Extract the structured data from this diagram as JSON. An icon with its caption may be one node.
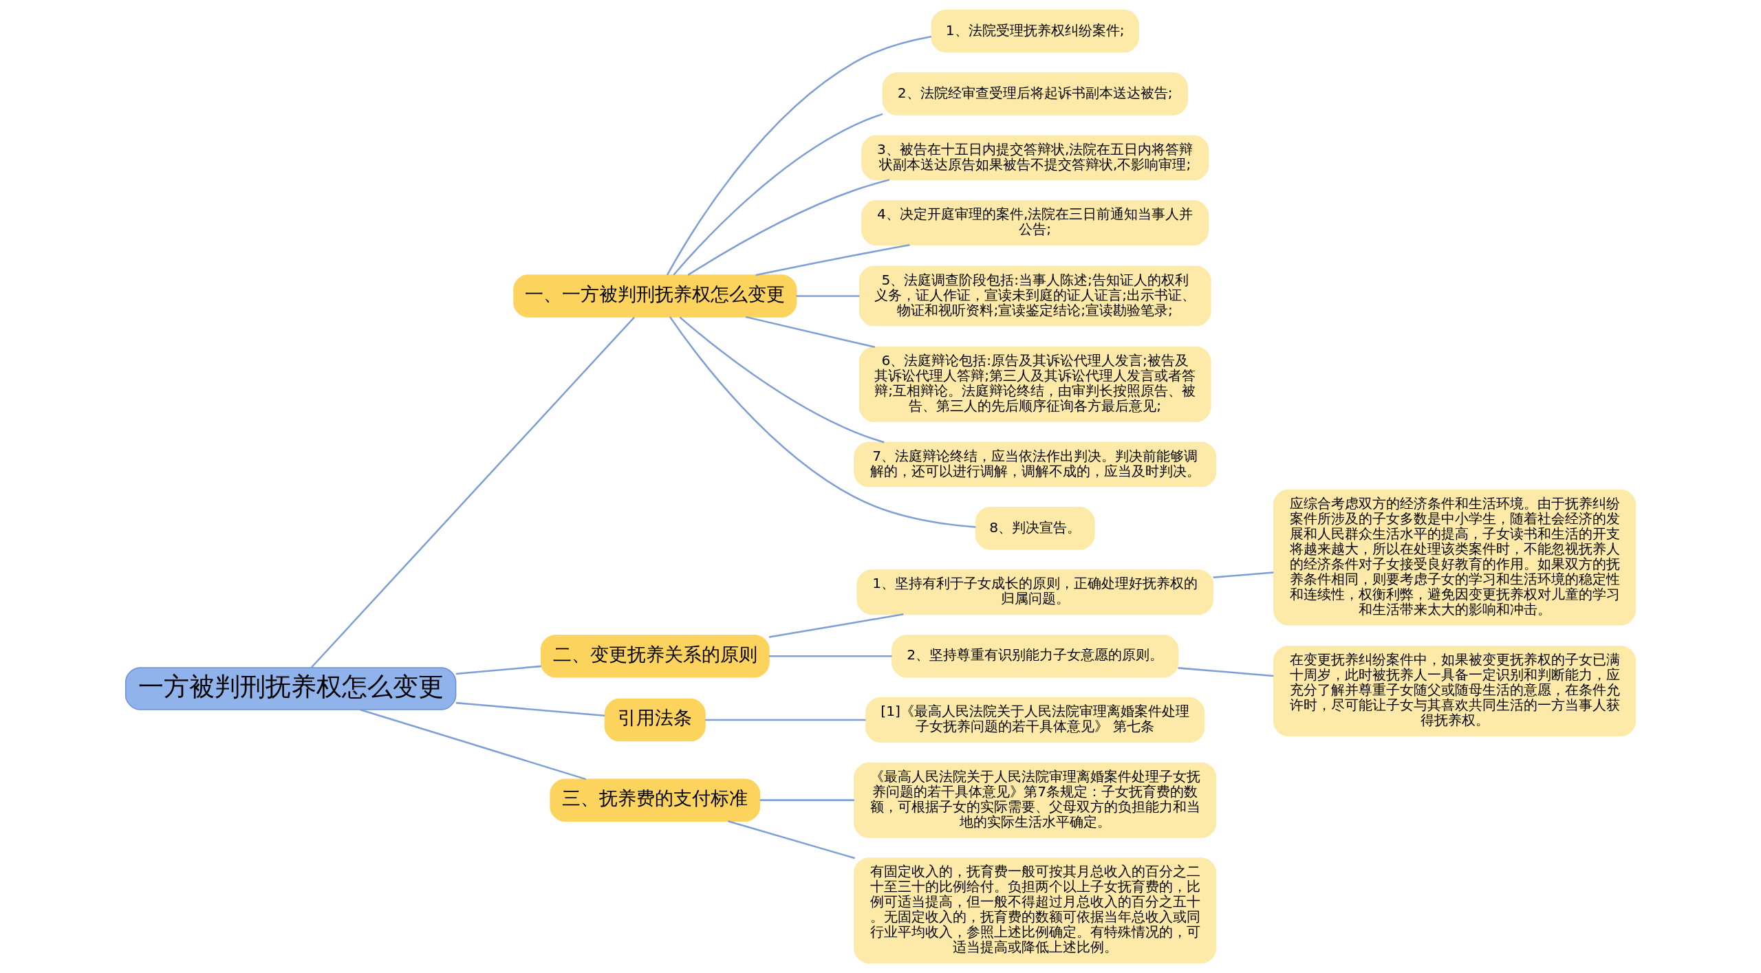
{
  "diagram": {
    "nodes": [
      {
        "text": [
          "一方被判刑抚养权怎么变更"
        ]
      },
      {
        "text": [
          "一、一方被判刑抚养权怎么变更"
        ]
      },
      {
        "text": [
          "1、法院受理抚养权纠纷案件;"
        ]
      },
      {
        "text": [
          "2、法院经审查受理后将起诉书副本送达被告;"
        ]
      },
      {
        "text": [
          "3、被告在十五日内提交答辩状,法院在五日内将答辩状副本送达原告如果被告不提交答辩状,不影响审理;"
        ]
      },
      {
        "text": [
          "4、决定开庭审理的案件,法院在三日前通知当事人并公告;"
        ]
      },
      {
        "text": [
          "5、法庭调查阶段包括:当事人陈述;告知证人的权利义务，证人作证，宣读未到庭的证人证言;出示书证、物证和视听资料;宣读鉴定结论;宣读勘验笔录;"
        ]
      },
      {
        "text": [
          "6、法庭辩论包括:原告及其诉讼代理人发言;被告及其诉讼代理人答辩;第三人及其诉讼代理人发言或者答辩;互相辩论。法庭辩论终结，由审判长按照原告、被告、第三人的先后顺序征询各方最后意见;"
        ]
      },
      {
        "text": [
          "7、法庭辩论终结，应当依法作出判决。判决前能够调解的，还可以进行调解，调解不成的，应当及时判决。"
        ]
      },
      {
        "text": [
          "8、判决宣告。"
        ]
      },
      {
        "text": [
          "二、变更抚养关系的原则"
        ]
      },
      {
        "text": [
          "1、坚持有利于子女成长的原则，正确处理好抚养权的归属问题。"
        ]
      },
      {
        "text": [
          "应综合考虑双方的经济条件和生活环境。由于抚养纠纷案件所涉及的子女多数是中小学生，随着社会经济的发展和人民群众生活水平的提高，子女读书和生活的开支将越来越大，所以在处理该类案件时，不能忽视抚养人的经济条件对子女接受良好教育的作用。如果双方的抚养条件相同，则要考虑子女的学习和生活环境的稳定性和连续性，权衡利弊，避免因变更抚养权对儿童的学习和生活带来太大的影响和冲击。"
        ]
      },
      {
        "text": [
          "2、坚持尊重有识别能力子女意愿的原则。"
        ]
      },
      {
        "text": [
          "在变更抚养纠纷案件中，如果被变更抚养权的子女已满十周岁，此时被抚养人一具备一定识别和判断能力，应充分了解并尊重子女随父或随母生活的意愿，在条件允许时，尽可能让子女与其喜欢共同生活的一方当事人获得抚养权。"
        ]
      },
      {
        "text": [
          "引用法条"
        ]
      },
      {
        "text": [
          "[1]《最高人民法院关于人民法院审理离婚案件处理子女抚养问题的若干具体意见》 第七条"
        ]
      },
      {
        "text": [
          "三、抚养费的支付标准"
        ]
      },
      {
        "text": [
          "《最高人民法院关于人民法院审理离婚案件处理子女抚养问题的若干具体意见》第7条规定：子女抚育费的数额，可根据子女的实际需要、父母双方的负担能力和当地的实际生活水平确定。"
        ]
      },
      {
        "text": [
          "有固定收入的，抚育费一般可按其月总收入的百分之二十至三十的比例给付。负担两个以上子女抚育费的，比例可适当提高，但一般不得超过月总收入的百分之五十。无固定收入的，抚育费的数额可依据当年总收入或同行业平均收入，参照上述比例确定。有特殊情况的，可适当提高或降低上述比例。"
        ]
      }
    ],
    "edges": [
      {
        "from": 0,
        "to": 1,
        "arrow": "none"
      },
      {
        "from": 1,
        "to": 2,
        "arrow": "none"
      },
      {
        "from": 1,
        "to": 3,
        "arrow": "none"
      },
      {
        "from": 1,
        "to": 4,
        "arrow": "none"
      },
      {
        "from": 1,
        "to": 5,
        "arrow": "none"
      },
      {
        "from": 1,
        "to": 6,
        "arrow": "none"
      },
      {
        "from": 1,
        "to": 7,
        "arrow": "none"
      },
      {
        "from": 1,
        "to": 8,
        "arrow": "none"
      },
      {
        "from": 1,
        "to": 9,
        "arrow": "none"
      },
      {
        "from": 0,
        "to": 10,
        "arrow": "none"
      },
      {
        "from": 10,
        "to": 11,
        "arrow": "none"
      },
      {
        "from": 11,
        "to": 12,
        "arrow": "none"
      },
      {
        "from": 10,
        "to": 13,
        "arrow": "none"
      },
      {
        "from": 13,
        "to": 14,
        "arrow": "none"
      },
      {
        "from": 0,
        "to": 15,
        "arrow": "none"
      },
      {
        "from": 15,
        "to": 16,
        "arrow": "none"
      },
      {
        "from": 0,
        "to": 17,
        "arrow": "none"
      },
      {
        "from": 17,
        "to": 18,
        "arrow": "none"
      },
      {
        "from": 17,
        "to": 19,
        "arrow": "none"
      }
    ]
  }
}
